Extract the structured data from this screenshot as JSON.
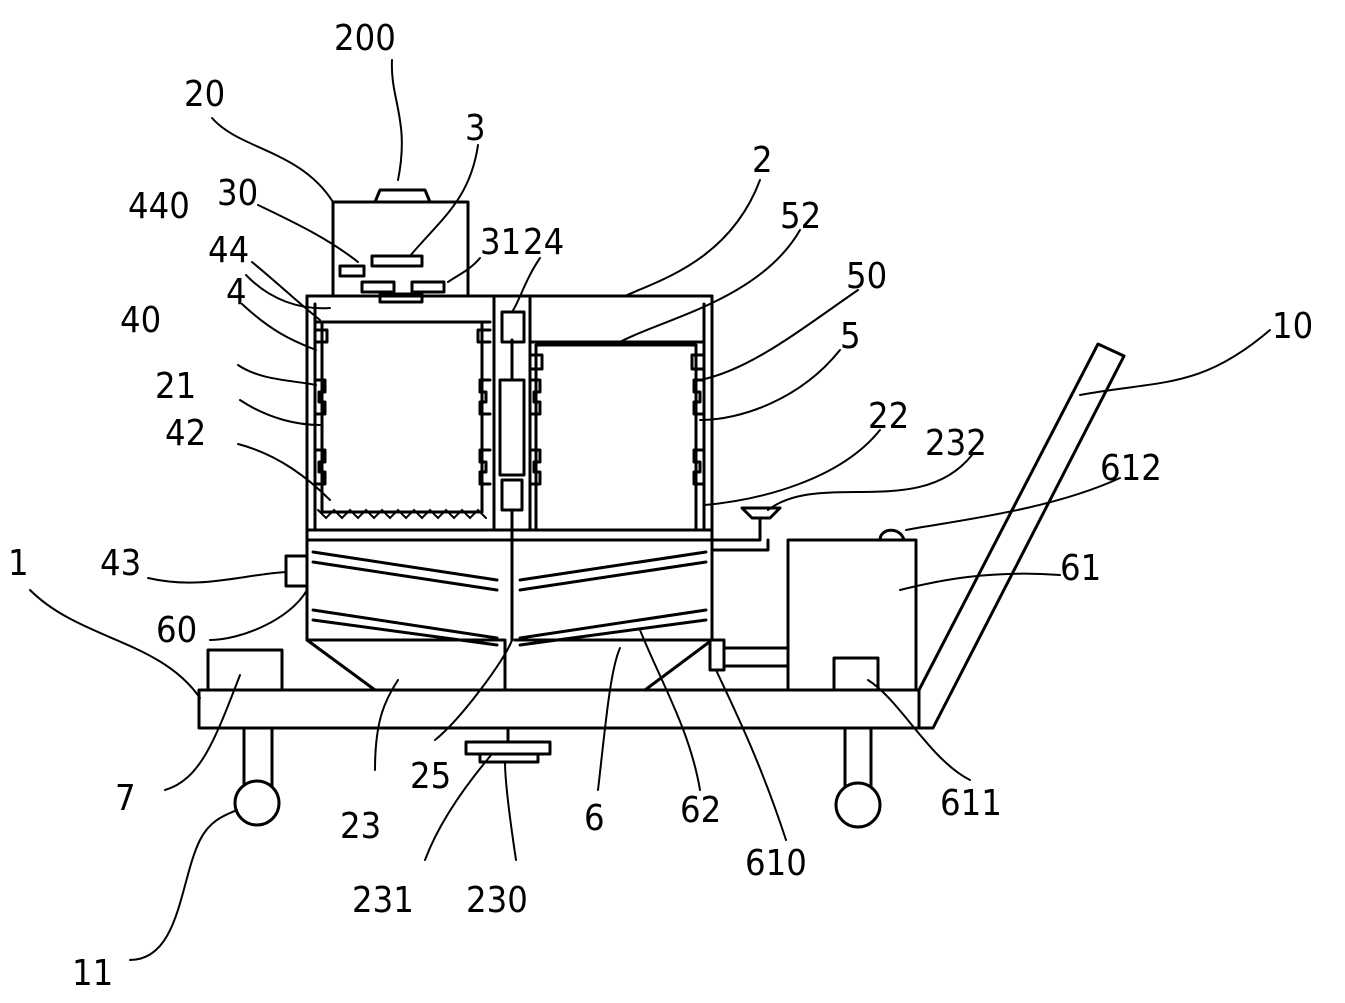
{
  "labels": {
    "l200": "200",
    "l20": "20",
    "l3": "3",
    "l30": "30",
    "l440": "440",
    "l31": "31",
    "l24": "24",
    "l2": "2",
    "l52": "52",
    "l44": "44",
    "l50": "50",
    "l4": "4",
    "l40": "40",
    "l5": "5",
    "l10": "10",
    "l21": "21",
    "l22": "22",
    "l232": "232",
    "l42": "42",
    "l612": "612",
    "l61": "61",
    "l1": "1",
    "l43": "43",
    "l60": "60",
    "l7": "7",
    "l23": "23",
    "l25": "25",
    "l6": "6",
    "l62": "62",
    "l610": "610",
    "l611": "611",
    "l231": "231",
    "l230": "230",
    "l11": "11"
  },
  "colors": {
    "line": "#000000",
    "background": "#ffffff"
  }
}
